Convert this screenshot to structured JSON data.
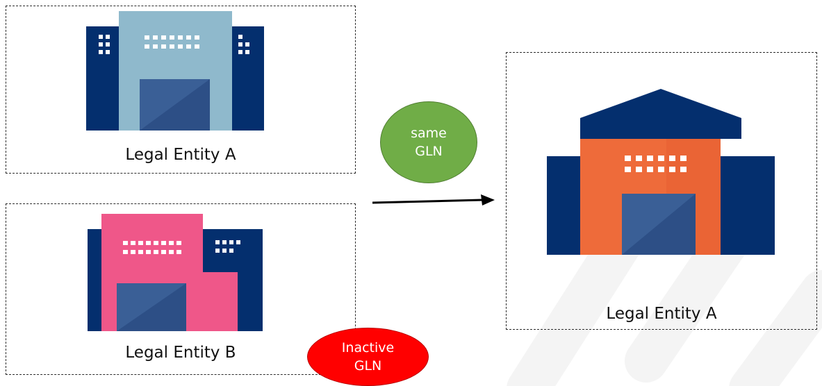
{
  "colors": {
    "navy": "#042f6e",
    "light_blue": "#8fb9cc",
    "pink": "#ef5789",
    "orange": "#ee6b3a",
    "glass": "#3a5f96",
    "badge_green": "#70ad47",
    "badge_red": "#ff0000"
  },
  "entities": {
    "left_top": {
      "label": "Legal Entity A",
      "icon": "building-light-blue-icon"
    },
    "left_bottom": {
      "label": "Legal Entity B",
      "icon": "building-pink-icon"
    },
    "right": {
      "label": "Legal Entity A",
      "icon": "warehouse-orange-icon"
    }
  },
  "badges": {
    "same_gln": {
      "line1": "same",
      "line2": "GLN"
    },
    "inactive_gln": {
      "line1": "Inactive",
      "line2": "GLN"
    }
  },
  "arrow": {
    "icon": "arrow-right-icon"
  }
}
